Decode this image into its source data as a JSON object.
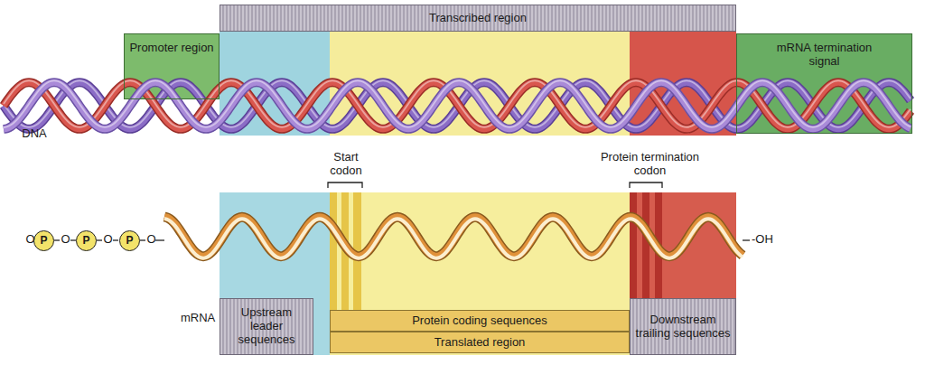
{
  "diagram": {
    "nodes": [
      {
        "text": [
          "Transcribed region"
        ]
      },
      {
        "text": [
          "Promoter region"
        ]
      },
      {
        "text": [
          "mRNA termination signal"
        ]
      },
      {
        "text": [
          "P"
        ]
      },
      {
        "text": [
          "P"
        ]
      },
      {
        "text": [
          "P"
        ]
      },
      {
        "text": [
          "Upstream leader sequences"
        ]
      },
      {
        "text": [
          "Protein coding sequences"
        ]
      },
      {
        "text": [
          "Translated region"
        ]
      },
      {
        "text": [
          "Downstream trailing sequences"
        ]
      }
    ],
    "labels": [
      "DNA",
      "Start codon",
      "Protein termination codon",
      "O",
      "O",
      "O",
      "O",
      "-OH",
      "mRNA"
    ]
  }
}
